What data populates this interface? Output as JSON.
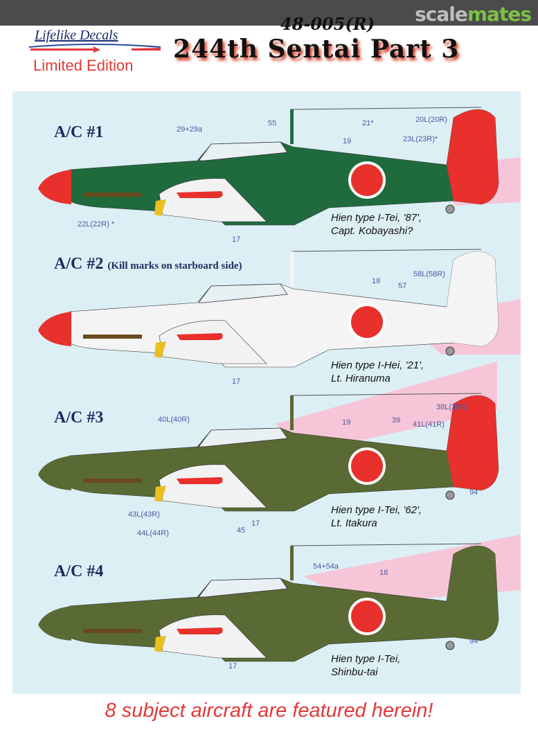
{
  "header": {
    "watermark_a": "scale",
    "watermark_b": "mates",
    "code": "48-005(R)",
    "brand": "Lifelike Decals",
    "edition": "Limited Edition",
    "title": "244th Sentai Part 3"
  },
  "colors": {
    "panel": "#dceff5",
    "accent_red": "#e0393a",
    "pink": "#f6c6d8"
  },
  "aircraft": [
    {
      "heading": "A/C #1",
      "note": "",
      "caption": [
        "Hien type I-Tei, '87',",
        "Capt. Kobayashi?"
      ],
      "callouts": [
        "29+29a",
        "55",
        "21*",
        "20L(20R)",
        "19",
        "23L(23R)*",
        "22L(22R) *",
        "17"
      ],
      "scheme": {
        "body": "#1f6b3e",
        "tail": "#e8302c"
      }
    },
    {
      "heading": "A/C #2",
      "note": "(Kill marks on starboard side)",
      "caption": [
        "Hien type I-Hei, '21',",
        "Lt. Hiranuma"
      ],
      "callouts": [
        "18",
        "57",
        "58L(58R)",
        "17"
      ],
      "scheme": {
        "body": "#f4f4f4",
        "tail": "#f4f4f4"
      }
    },
    {
      "heading": "A/C #3",
      "note": "",
      "caption": [
        "Hien type I-Tei, '62',",
        "Lt. Itakura"
      ],
      "callouts": [
        "40L(40R)",
        "19",
        "39",
        "38L(38R)",
        "41L(41R)",
        "43L(43R)",
        "44L(44R)",
        "45",
        "17",
        "94"
      ],
      "scheme": {
        "body": "#5a6a34",
        "tail": "#e8302c"
      }
    },
    {
      "heading": "A/C #4",
      "note": "",
      "caption": [
        "Hien type I-Tei,",
        "Shinbu-tai"
      ],
      "callouts": [
        "54+54a",
        "18",
        "17",
        "94"
      ],
      "scheme": {
        "body": "#5a6a34",
        "tail": "#5a6a34"
      }
    }
  ],
  "footer": "8 subject aircraft are featured herein!"
}
